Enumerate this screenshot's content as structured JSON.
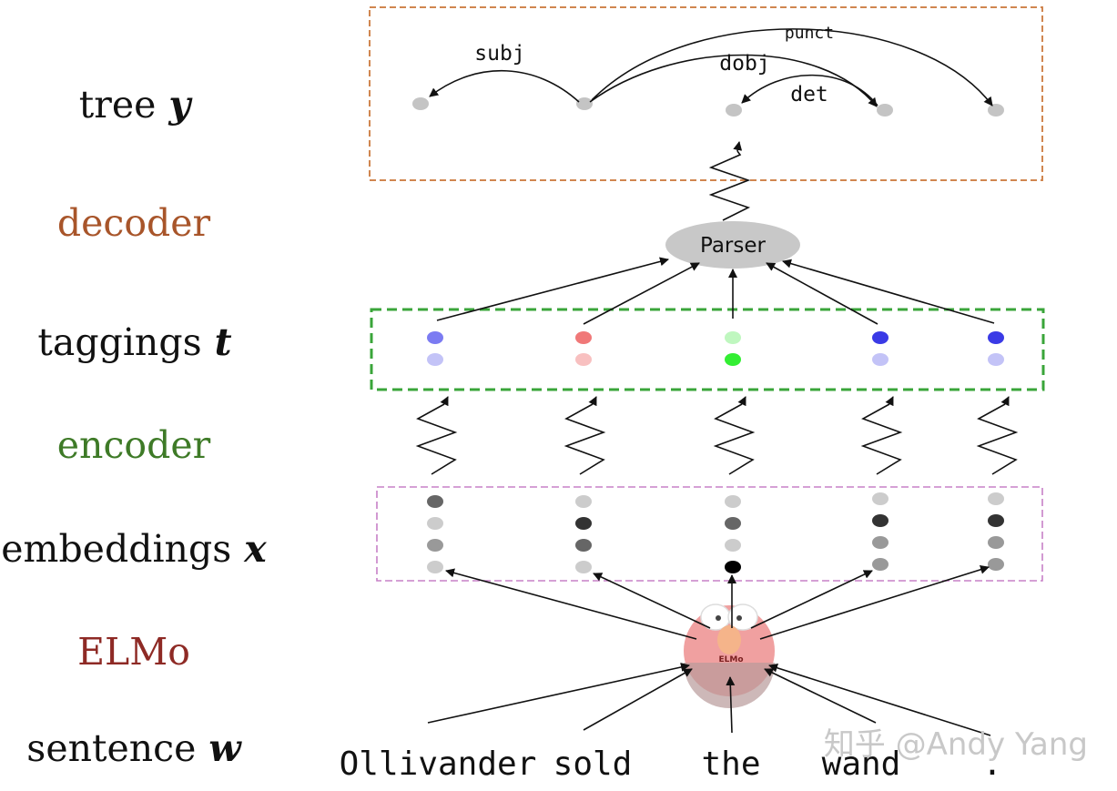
{
  "rows": {
    "tree": {
      "label": "tree",
      "var": "y",
      "color": "#111111"
    },
    "decoder": {
      "label": "decoder",
      "color": "#a8552a"
    },
    "taggings": {
      "label": "taggings",
      "var": "t",
      "color": "#111111"
    },
    "encoder": {
      "label": "encoder",
      "color": "#3e7a27"
    },
    "embeddings": {
      "label": "embeddings",
      "var": "x",
      "color": "#111111"
    },
    "elmo": {
      "label": "ELMo",
      "color": "#8e2a25"
    },
    "sentence": {
      "label": "sentence",
      "var": "w",
      "color": "#111111"
    }
  },
  "words": [
    "Ollivander",
    "sold",
    "the",
    "wand",
    "."
  ],
  "parser": {
    "label": "Parser"
  },
  "elmo_badge": {
    "label": "ELMo"
  },
  "arcs": [
    {
      "label": "subj",
      "from": 1,
      "to": 0
    },
    {
      "label": "dobj",
      "from": 1,
      "to": 3
    },
    {
      "label": "punct",
      "from": 1,
      "to": 4
    },
    {
      "label": "det",
      "from": 3,
      "to": 2
    }
  ],
  "taggings": [
    {
      "top": "#7b7bf2",
      "bottom": "#c3c3f7"
    },
    {
      "top": "#f07878",
      "bottom": "#f8c0c0"
    },
    {
      "top": "#bff7bf",
      "bottom": "#33ee33"
    },
    {
      "top": "#3a3ae6",
      "bottom": "#c3c3f7"
    },
    {
      "top": "#3a3ae6",
      "bottom": "#c3c3f7"
    }
  ],
  "embeddings": [
    [
      "#666666",
      "#cccccc",
      "#999999",
      "#cccccc"
    ],
    [
      "#cccccc",
      "#333333",
      "#666666",
      "#cccccc"
    ],
    [
      "#cccccc",
      "#666666",
      "#cccccc",
      "#000000"
    ],
    [
      "#cccccc",
      "#333333",
      "#999999",
      "#999999"
    ],
    [
      "#cccccc",
      "#333333",
      "#999999",
      "#999999"
    ]
  ],
  "box_colors": {
    "tree": "#d08650",
    "taggings": "#3aa53a",
    "embeddings": "#c780c7"
  },
  "watermark": "知乎 @Andy Yang"
}
